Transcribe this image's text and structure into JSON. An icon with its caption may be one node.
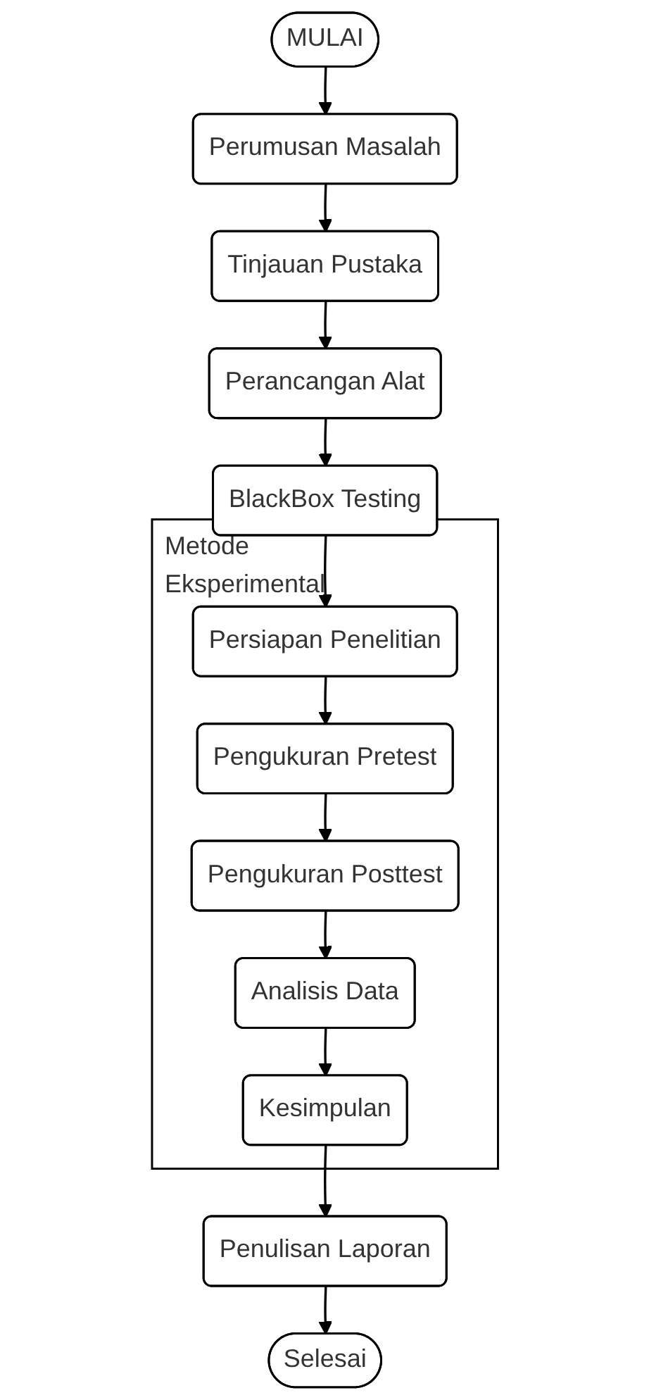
{
  "diagram": {
    "nodes": [
      {
        "text": [
          "MULAI"
        ]
      },
      {
        "text": [
          "Perumusan Masalah"
        ]
      },
      {
        "text": [
          "Tinjauan Pustaka"
        ]
      },
      {
        "text": [
          "Perancangan Alat"
        ]
      },
      {
        "text": [
          "BlackBox Testing"
        ]
      },
      {
        "text": [
          "Metode Eksperimental"
        ]
      },
      {
        "text": [
          "Persiapan Penelitian"
        ],
        "in": 5
      },
      {
        "text": [
          "Pengukuran Pretest"
        ],
        "in": 5
      },
      {
        "text": [
          "Pengukuran Posttest"
        ],
        "in": 5
      },
      {
        "text": [
          "Analisis Data"
        ],
        "in": 5
      },
      {
        "text": [
          "Kesimpulan"
        ],
        "in": 5
      },
      {
        "text": [
          "Penulisan Laporan"
        ]
      },
      {
        "text": [
          "Selesai"
        ]
      }
    ],
    "edges": [
      {
        "from": 0,
        "to": 1,
        "arrow": "to"
      },
      {
        "from": 1,
        "to": 2,
        "arrow": "to"
      },
      {
        "from": 2,
        "to": 3,
        "arrow": "to"
      },
      {
        "from": 3,
        "to": 4,
        "arrow": "to"
      },
      {
        "from": 4,
        "to": 6,
        "arrow": "to"
      },
      {
        "from": 6,
        "to": 7,
        "arrow": "to"
      },
      {
        "from": 7,
        "to": 8,
        "arrow": "to"
      },
      {
        "from": 8,
        "to": 9,
        "arrow": "to"
      },
      {
        "from": 9,
        "to": 10,
        "arrow": "to"
      },
      {
        "from": 10,
        "to": 11,
        "arrow": "to"
      },
      {
        "from": 11,
        "to": 12,
        "arrow": "to"
      }
    ]
  }
}
